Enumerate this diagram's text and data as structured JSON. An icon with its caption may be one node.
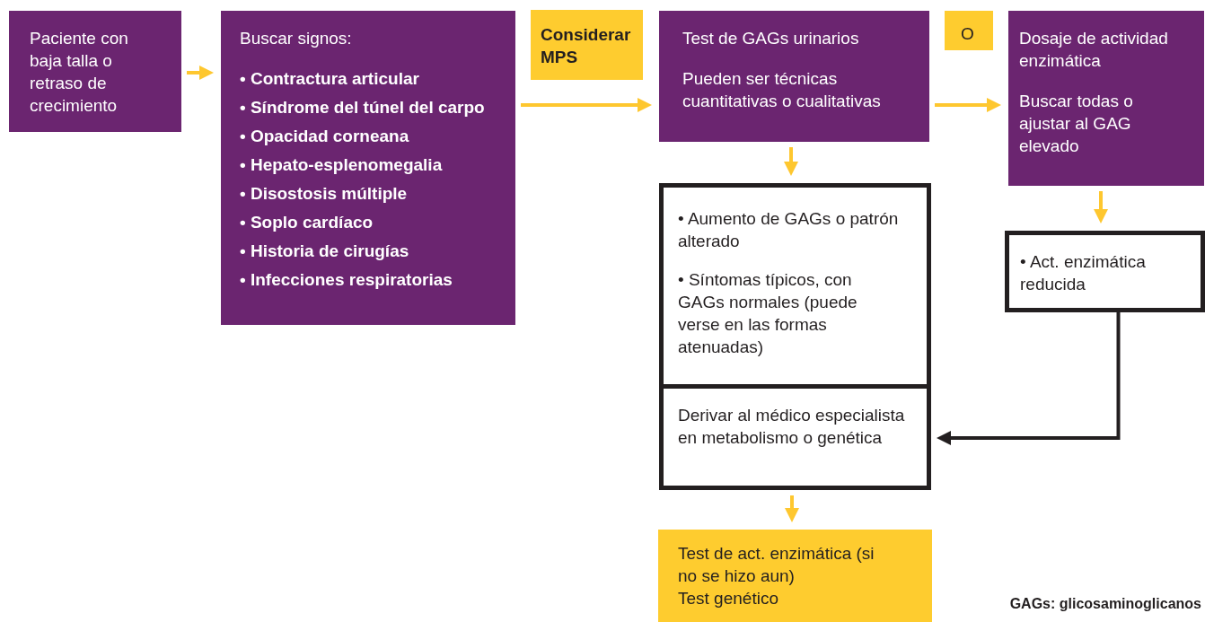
{
  "diagram": {
    "nodes": [
      {
        "text": [
          "Paciente con baja talla o retraso de crecimiento"
        ]
      },
      {
        "text": [
          "Buscar signos:",
          "• Contractura articular",
          "• Síndrome del túnel del carpo",
          "• Opacidad corneana",
          "• Hepato-esplenomegalia",
          "• Disostosis múltiple",
          "• Soplo cardíaco",
          "• Historia de cirugías",
          "• Infecciones respiratorias"
        ]
      },
      {
        "text": [
          "Considerar MPS"
        ]
      },
      {
        "text": [
          "Test de GAGs urinarios",
          "Pueden ser técnicas cuantitativas o cualitativas"
        ]
      },
      {
        "text": [
          "O"
        ]
      },
      {
        "text": [
          "Dosaje de actividad enzimática",
          "Buscar todas o ajustar al GAG elevado"
        ]
      },
      {
        "text": [
          "• Aumento de GAGs o patrón alterado",
          "• Síntomas típicos, con GAGs normales (puede verse en las formas atenuadas)"
        ]
      },
      {
        "text": [
          "• Act. enzimática reducida"
        ]
      },
      {
        "text": [
          "Derivar al médico especialista en metabolismo o genética"
        ]
      },
      {
        "text": [
          "Test de act. enzimática (si no se hizo aun)",
          "Test genético"
        ]
      }
    ],
    "edges": [
      {
        "from": 0,
        "to": 1,
        "arrow": "to"
      },
      {
        "from": 1,
        "to": 3,
        "arrow": "to"
      },
      {
        "from": 3,
        "to": 5,
        "arrow": "to"
      },
      {
        "from": 3,
        "to": 6,
        "arrow": "to"
      },
      {
        "from": 5,
        "to": 7,
        "arrow": "to"
      },
      {
        "from": 7,
        "to": 8,
        "arrow": "to",
        "color": "#231f20"
      },
      {
        "from": 8,
        "to": 9,
        "arrow": "to"
      }
    ],
    "labels": [
      "GAGs: glicosaminoglicanos"
    ]
  }
}
